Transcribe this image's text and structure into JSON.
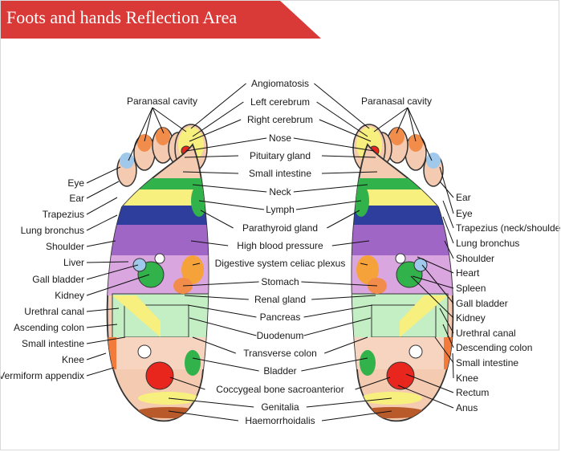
{
  "title": "Foots and hands Reflection Area",
  "colors": {
    "banner": "#d93a37",
    "skin": "#f4cab0",
    "outline": "#333333",
    "red": "#e8261e",
    "yellow": "#f7ef7e",
    "green": "#32b24a",
    "blue": "#2d3e9c",
    "purple": "#a066c6",
    "orange": "#f5a23a",
    "lightblue": "#9fc8ea",
    "lightgreen": "#c4efc4"
  },
  "center_labels": [
    "Angiomatosis",
    "Left cerebrum",
    "Right cerebrum",
    "Nose",
    "Pituitary gland",
    "Small intestine",
    "Neck",
    "Lymph",
    "Parathyroid gland",
    "High blood pressure",
    "Digestive system celiac plexus",
    "Stomach",
    "Renal gland",
    "Pancreas",
    "Duodenum",
    "Transverse colon",
    "Bladder",
    "Coccygeal bone sacroanterior",
    "Genitalia",
    "Haemorrhoidalis"
  ],
  "left_labels": [
    "Eye",
    "Ear",
    "Trapezius",
    "Lung bronchus",
    "Shoulder",
    "Liver",
    "Gall bladder",
    "Kidney",
    "Urethral canal",
    "Ascending colon",
    "Small intestine",
    "Knee",
    "Vermiform appendix"
  ],
  "right_labels": [
    "Ear",
    "Eye",
    "Trapezius (neck/shoulder)",
    "Lung bronchus",
    "Shoulder",
    "Heart",
    "Spleen",
    "Gall bladder",
    "Kidney",
    "Urethral canal",
    "Descending colon",
    "Small intestine",
    "Knee",
    "Rectum",
    "Anus"
  ],
  "top_left_label": "Paranasal cavity",
  "top_right_label": "Paranasal cavity"
}
